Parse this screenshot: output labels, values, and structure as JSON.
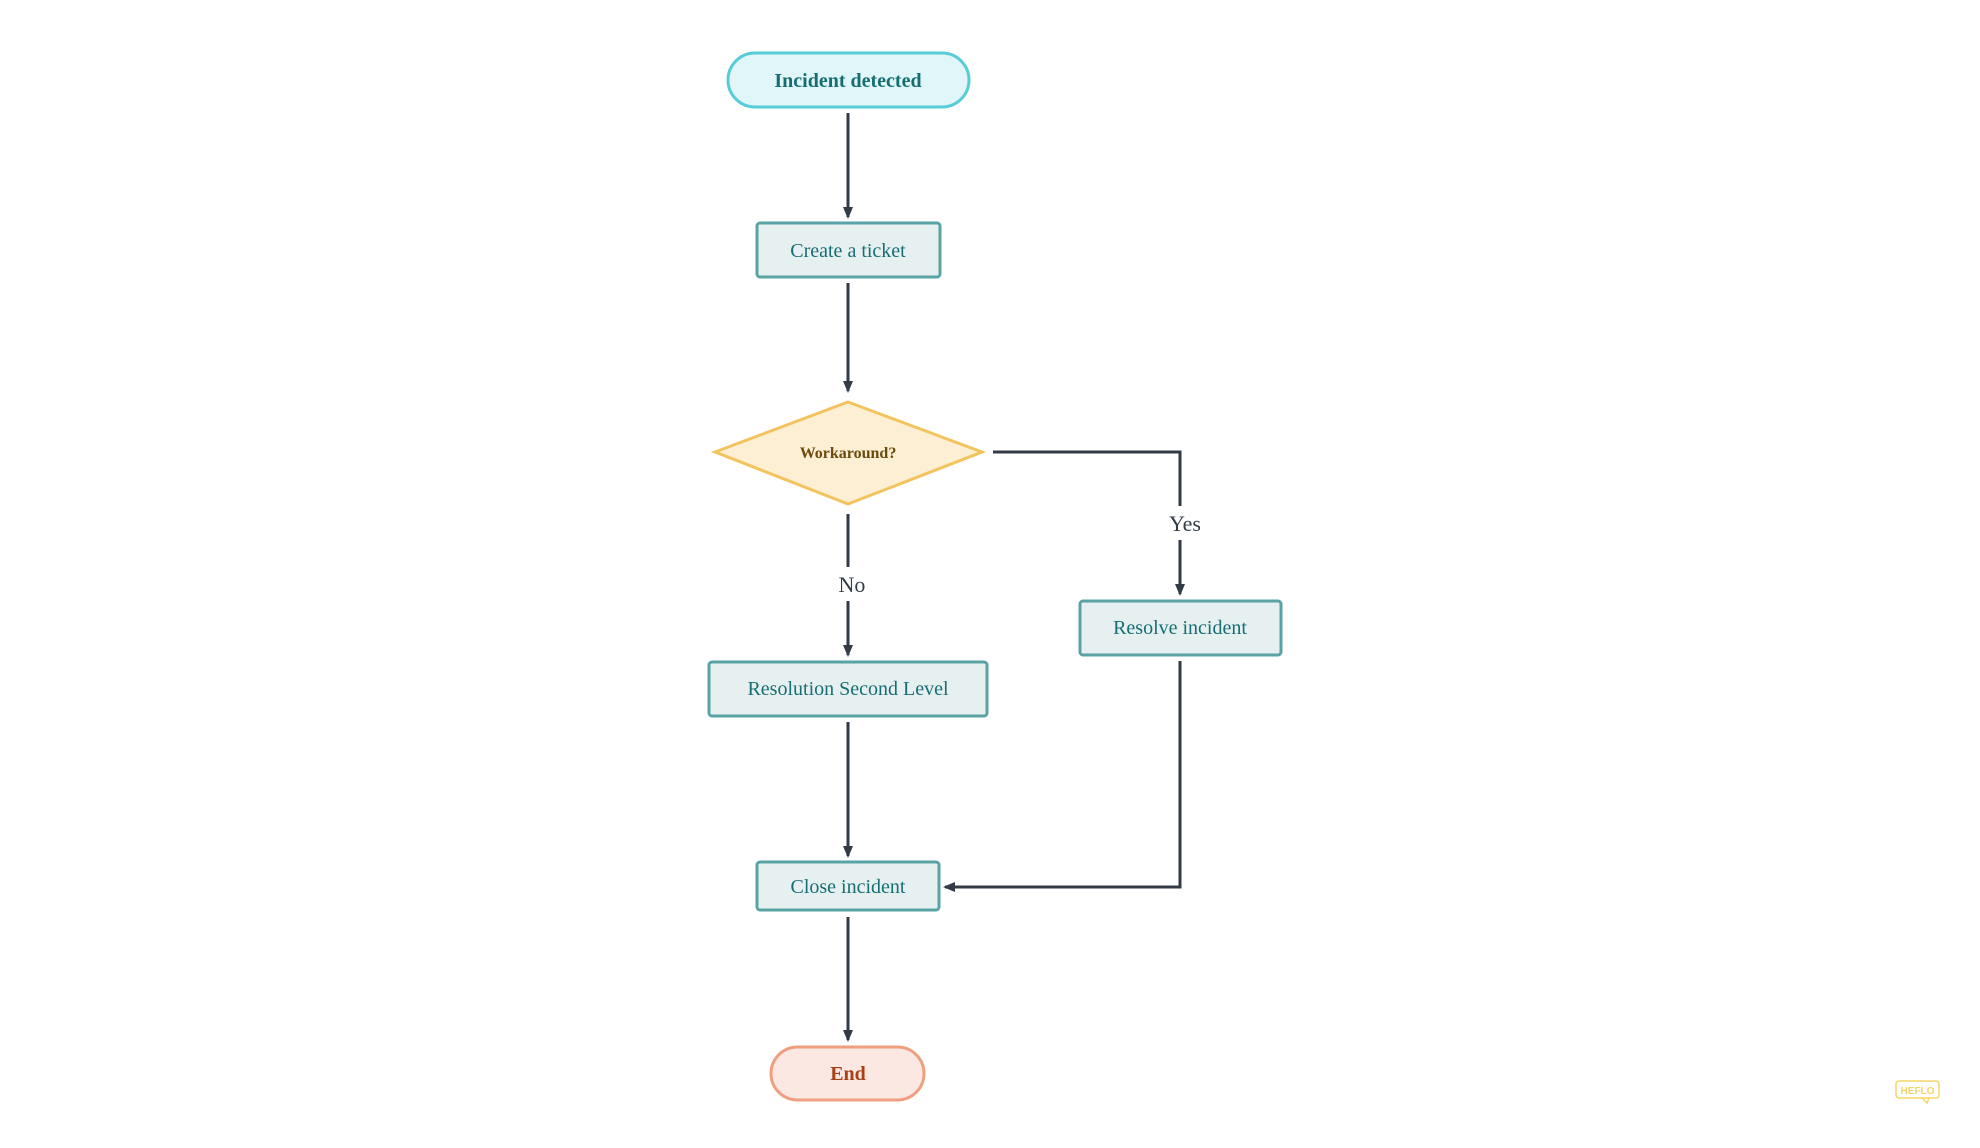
{
  "nodes": {
    "start": {
      "label": "Incident detected",
      "fill": "#e0f6f8",
      "stroke": "#56cdd6",
      "text_color": "#166e73"
    },
    "create_ticket": {
      "label": "Create a ticket",
      "fill": "#e7f0f0",
      "stroke": "#5aa3a5",
      "text_color": "#166e73"
    },
    "decision": {
      "label": "Workaround?",
      "fill": "#fdefd4",
      "stroke": "#f3c35e",
      "text_color": "#6b4a0b"
    },
    "resolve": {
      "label": "Resolve incident",
      "fill": "#e7f0f0",
      "stroke": "#5aa3a5",
      "text_color": "#166e73"
    },
    "second_level": {
      "label": "Resolution Second Level",
      "fill": "#e7f0f0",
      "stroke": "#5aa3a5",
      "text_color": "#166e73"
    },
    "close": {
      "label": "Close incident",
      "fill": "#e7f0f0",
      "stroke": "#5aa3a5",
      "text_color": "#166e73"
    },
    "end": {
      "label": "End",
      "fill": "#fce8e2",
      "stroke": "#ef9e80",
      "text_color": "#a8401a"
    }
  },
  "edges": {
    "yes_label": "Yes",
    "no_label": "No",
    "color": "#333b47"
  },
  "watermark": {
    "text": "HEFLO",
    "color": "#f5d56a"
  }
}
